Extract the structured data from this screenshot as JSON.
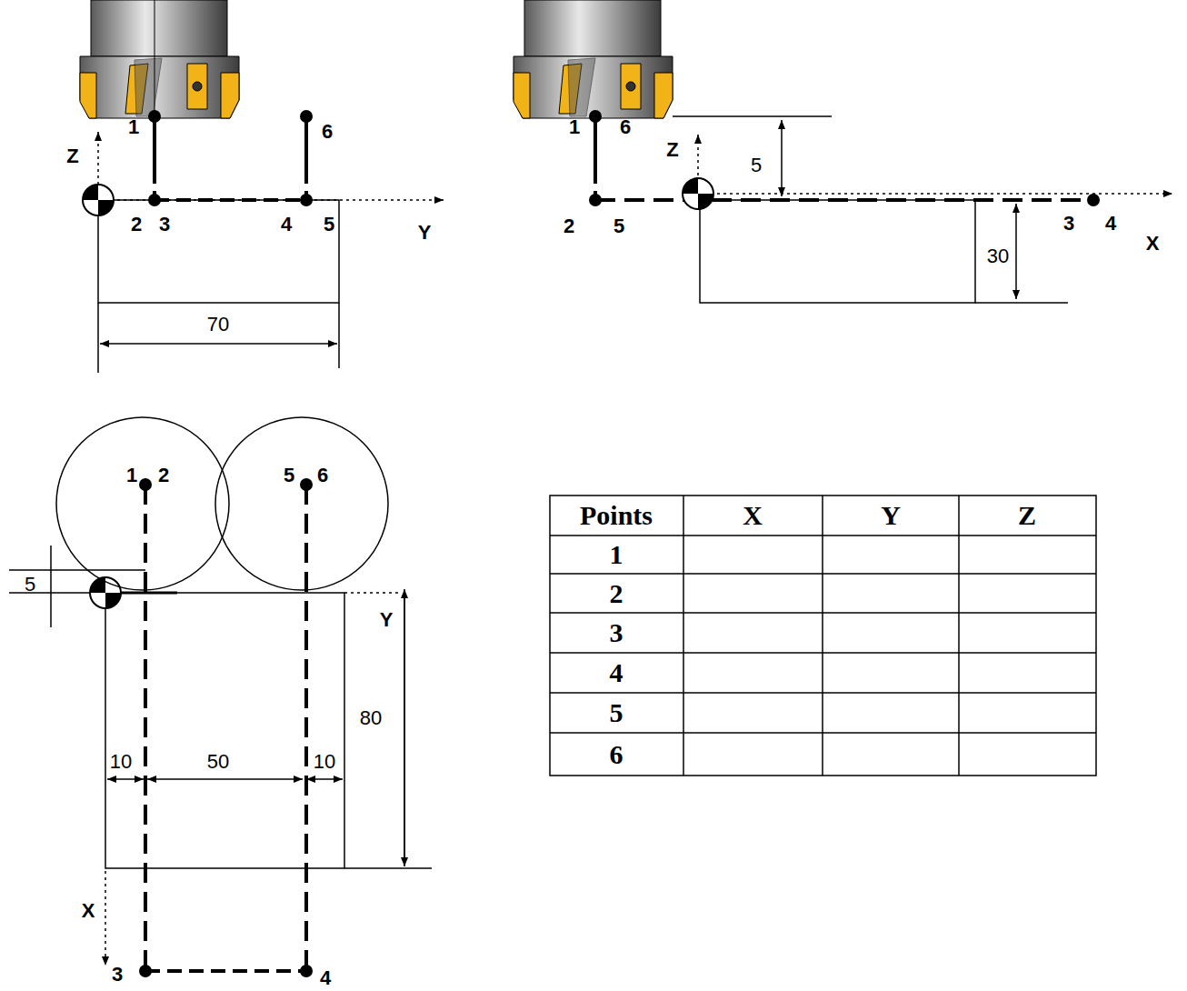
{
  "diagram": {
    "nodes": [
      {
        "text": [
          "1",
          "2"
        ]
      },
      {
        "text": [
          "5",
          "6"
        ]
      }
    ],
    "labels": [
      "1",
      "Z",
      "2",
      "3",
      "4",
      "5",
      "6",
      "Y",
      "70",
      "1",
      "6",
      "Z",
      "5",
      "2",
      "5",
      "3",
      "4",
      "X",
      "30",
      "5",
      "Y",
      "80",
      "10",
      "50",
      "10",
      "X",
      "3",
      "4",
      "Points",
      "X",
      "Y",
      "Z",
      "1",
      "2",
      "3",
      "4",
      "5",
      "6"
    ]
  }
}
